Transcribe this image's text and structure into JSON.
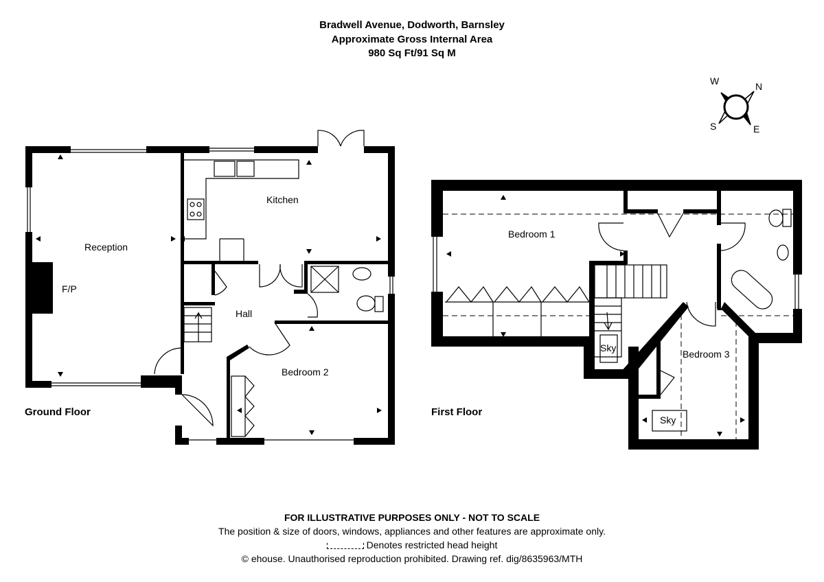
{
  "header": {
    "address": "Bradwell Avenue, Dodworth, Barnsley",
    "area_label": "Approximate Gross Internal Area",
    "area_value": "980 Sq Ft/91 Sq M"
  },
  "compass": {
    "n": "N",
    "e": "E",
    "s": "S",
    "w": "W"
  },
  "ground_floor": {
    "label": "Ground Floor",
    "rooms": {
      "reception": "Reception",
      "fp": "F/P",
      "kitchen": "Kitchen",
      "hall": "Hall",
      "bedroom2": "Bedroom 2"
    }
  },
  "first_floor": {
    "label": "First Floor",
    "rooms": {
      "bedroom1": "Bedroom 1",
      "bedroom3": "Bedroom 3",
      "sky1": "Sky",
      "sky2": "Sky"
    }
  },
  "footer": {
    "disclaimer": "FOR ILLUSTRATIVE PURPOSES ONLY - NOT TO SCALE",
    "note": "The position & size of doors, windows, appliances and other features are approximate only.",
    "legend": "Denotes restricted head height",
    "copyright": "© ehouse. Unauthorised reproduction prohibited. Drawing ref. dig/8635963/MTH"
  }
}
